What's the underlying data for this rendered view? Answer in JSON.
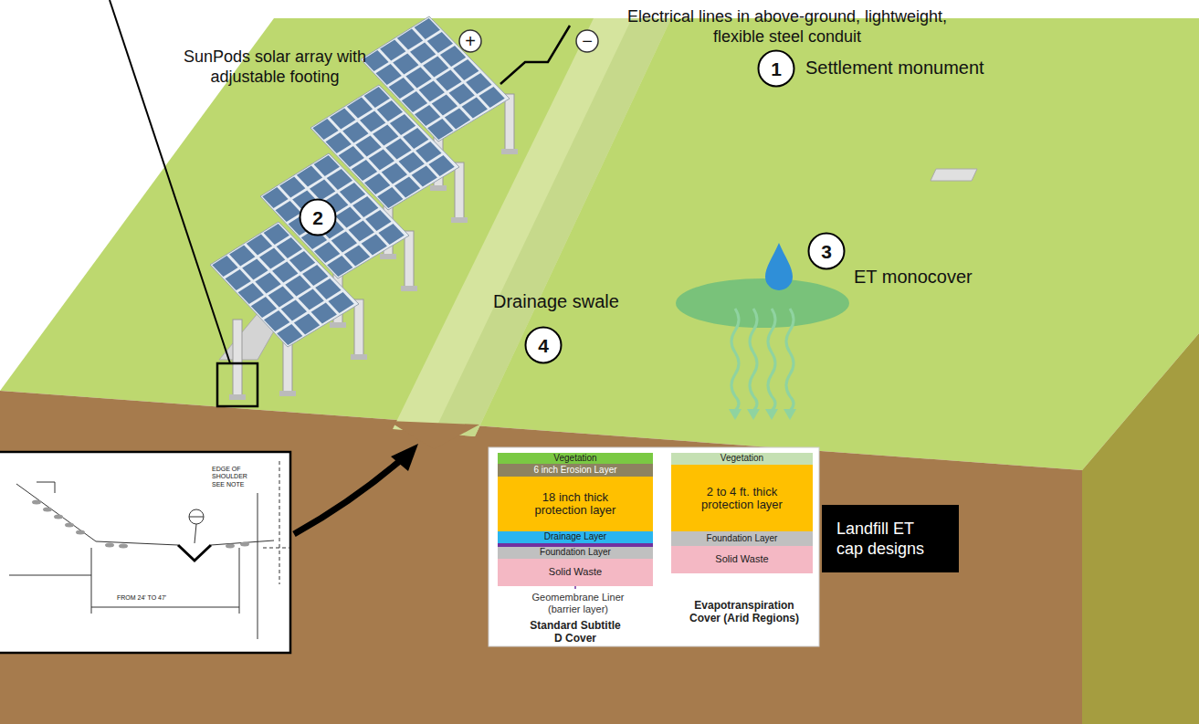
{
  "diagram": {
    "nodes": [
      {
        "text": [
          "+"
        ]
      },
      {
        "text": [
          "−"
        ]
      },
      {
        "text": [
          "1"
        ]
      },
      {
        "text": [
          "2"
        ]
      },
      {
        "text": [
          "3"
        ]
      },
      {
        "text": [
          "4"
        ]
      },
      {
        "text": [
          "Standard Subtitle D Cover",
          "Evapotranspiration Cover (Arid Regions)"
        ]
      },
      {
        "text": [
          "Vegetation"
        ],
        "in": 6
      },
      {
        "text": [
          "6 inch Erosion Layer"
        ],
        "in": 6
      },
      {
        "text": [
          "18 inch thick protection layer"
        ],
        "in": 6
      },
      {
        "text": [
          "Drainage Layer"
        ],
        "in": 6
      },
      {
        "text": [
          "Foundation Layer"
        ],
        "in": 6
      },
      {
        "text": [
          "Solid Waste"
        ],
        "in": 6
      },
      {
        "text": [
          "Vegetation"
        ],
        "in": 6
      },
      {
        "text": [
          "2 to 4 ft. thick protection layer"
        ],
        "in": 6
      },
      {
        "text": [
          "Foundation Layer"
        ],
        "in": 6
      },
      {
        "text": [
          "Solid Waste"
        ],
        "in": 6
      },
      {
        "text": [
          "Landfill ET cap designs"
        ]
      }
    ],
    "labels": [
      "Electrical lines in above-ground, lightweight, flexible steel conduit",
      "SunPods solar array with adjustable footing",
      "Settlement monument",
      "Drainage swale",
      "ET monocover",
      "Geomembrane Liner (barrier layer)",
      "FROM 24' TO 47'",
      "EDGE OF SHOULDER SEE NOTE"
    ]
  }
}
